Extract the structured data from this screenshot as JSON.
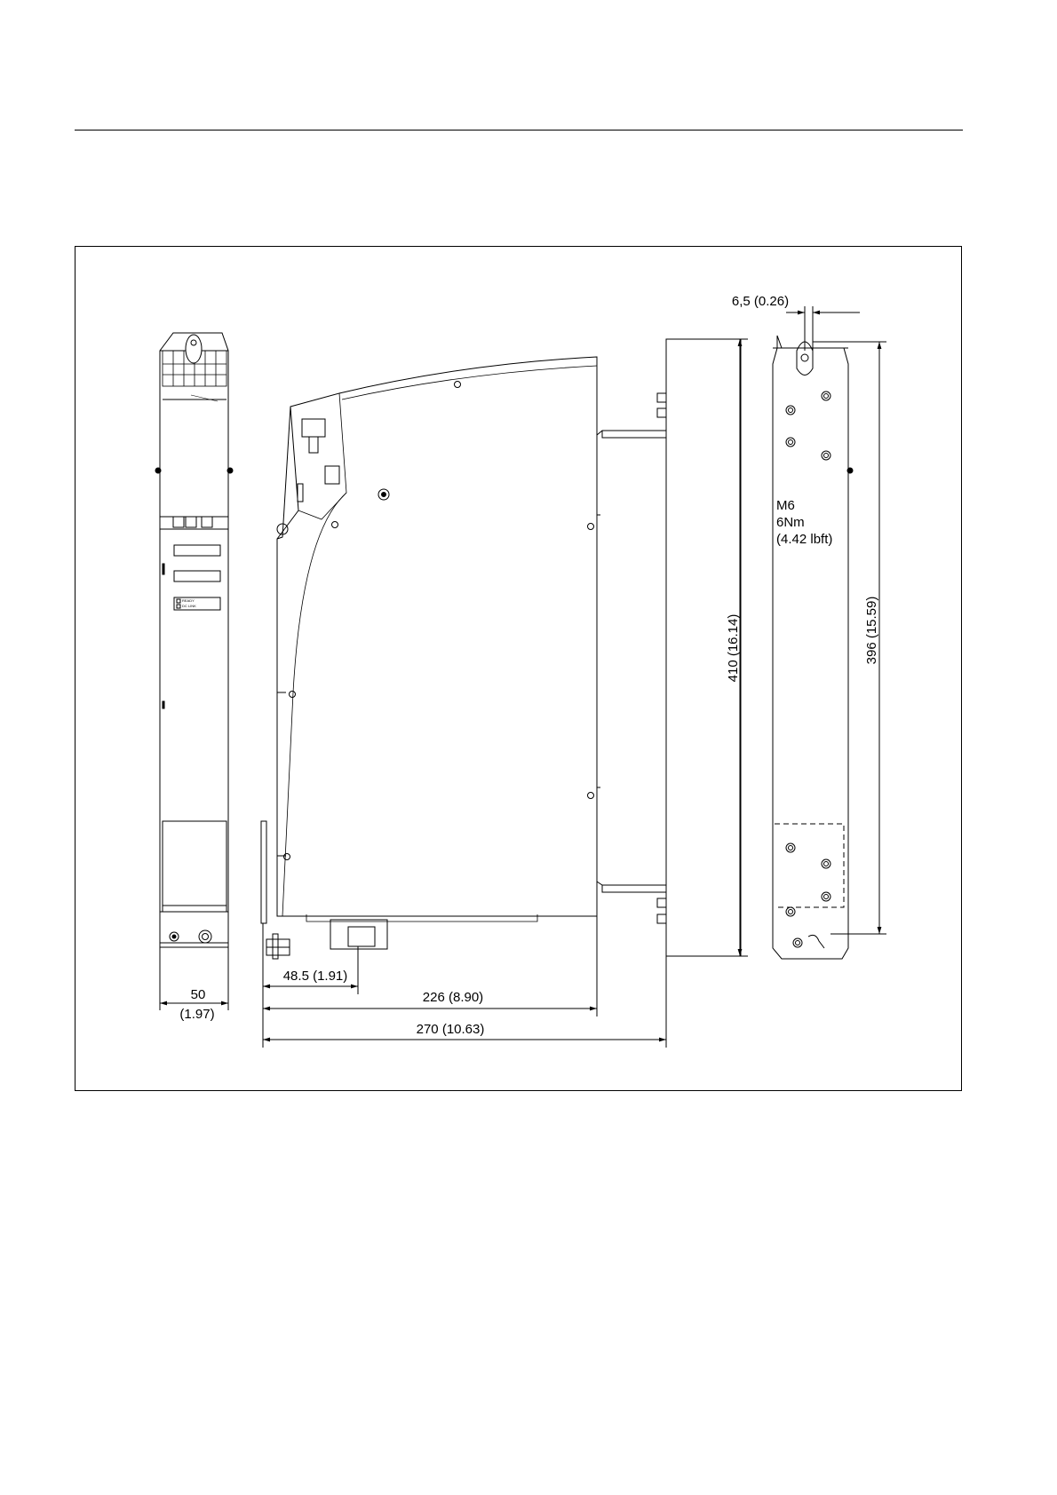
{
  "drawing": {
    "front_width_label": "50",
    "front_width_inch": "(1.97)",
    "depth_connector_label": "48.5 (1.91)",
    "depth_body_label": "226 (8.90)",
    "depth_total_label": "270 (10.63)",
    "height_total_label": "410 (16.14)",
    "height_holes_label": "396 (15.59)",
    "slot_width_label": "6,5 (0.26)",
    "screw_size_label": "M6",
    "torque_label": "6Nm",
    "torque_lbft_label": "(4.42 lbft)",
    "front_led_ready": "READY",
    "front_led_dclink": "DC LINK"
  }
}
